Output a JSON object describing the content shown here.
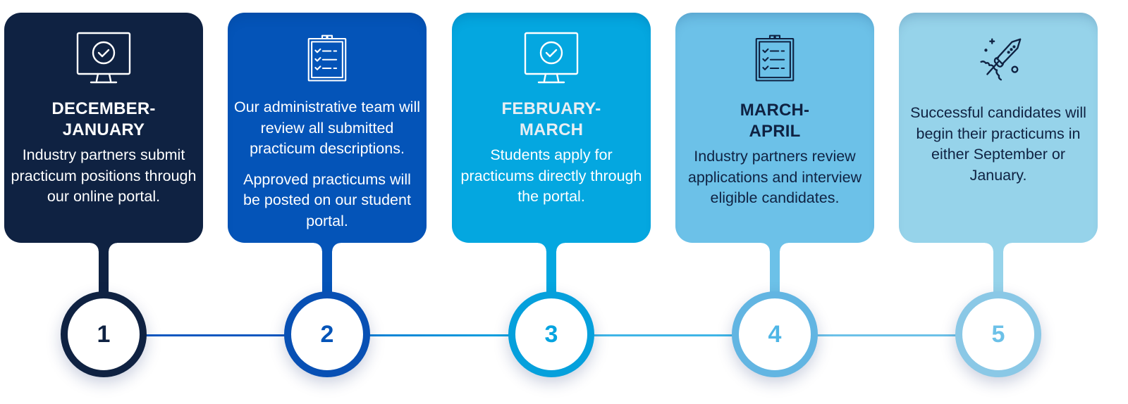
{
  "colors": {
    "step1": "#0f2242",
    "step2": "#0454b8",
    "step3": "#04a7e0",
    "step4": "#6cc1e8",
    "step5": "#96d3ea",
    "dark_text": "#0f2242",
    "light_text": "#ffffff",
    "muted_title": "#e8eef3"
  },
  "steps": [
    {
      "number": "1",
      "icon": "monitor-check-icon",
      "title": "DECEMBER- JANUARY",
      "title_line1": "DECEMBER-",
      "title_line2": "JANUARY",
      "paragraphs": [
        "Industry partners submit practicum positions through our online portal."
      ]
    },
    {
      "number": "2",
      "icon": "clipboard-checklist-icon",
      "title": "",
      "paragraphs": [
        "Our administrative team will review all submitted practicum descriptions.",
        "Approved practicums will be posted on our student portal."
      ]
    },
    {
      "number": "3",
      "icon": "monitor-check-icon",
      "title": "FEBRUARY- MARCH",
      "title_line1": "FEBRUARY-",
      "title_line2": "MARCH",
      "paragraphs": [
        "Students apply for practicums directly through the portal."
      ]
    },
    {
      "number": "4",
      "icon": "clipboard-checklist-icon",
      "title": "MARCH- APRIL",
      "title_line1": "MARCH-",
      "title_line2": "APRIL",
      "paragraphs": [
        "Industry partners review applications and interview eligible candidates."
      ]
    },
    {
      "number": "5",
      "icon": "rocket-icon",
      "title": "",
      "paragraphs": [
        "Successful candidates will begin their practicums in either September or January."
      ]
    }
  ]
}
